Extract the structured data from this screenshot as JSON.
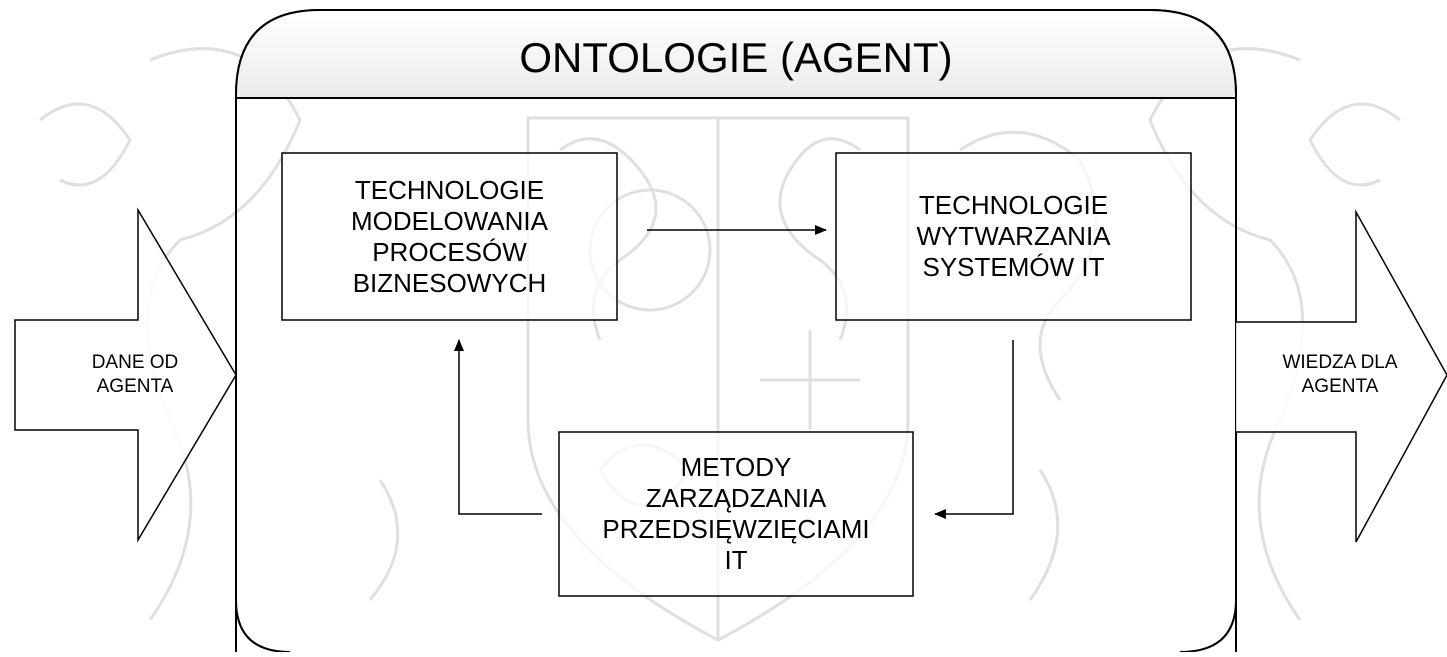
{
  "diagram": {
    "title": "ONTOLOGIE (AGENT)",
    "nodes": {
      "modeling": {
        "label": "TECHNOLOGIE\nMODELOWANIA\nPROCESÓW\nBIZNESOWYCH"
      },
      "production": {
        "label": "TECHNOLOGIE\nWYTWARZANIA\nSYSTEMÓW IT"
      },
      "management": {
        "label": "METODY\nZARZĄDZANIA\nPRZEDSIĘWZIĘCIAMI\nIT"
      }
    },
    "input_arrow": {
      "label": "DANE OD\nAGENTA"
    },
    "output_arrow": {
      "label": "WIEDZA DLA\nAGENTA"
    },
    "edges": [
      {
        "from": "modeling",
        "to": "production"
      },
      {
        "from": "production",
        "to": "management"
      },
      {
        "from": "management",
        "to": "modeling"
      }
    ]
  },
  "colors": {
    "stroke": "#000000",
    "fill": "#ffffff",
    "header_fill_top": "#ffffff",
    "header_fill_bottom": "#ebebeb",
    "watermark": "#dcdcdc"
  }
}
